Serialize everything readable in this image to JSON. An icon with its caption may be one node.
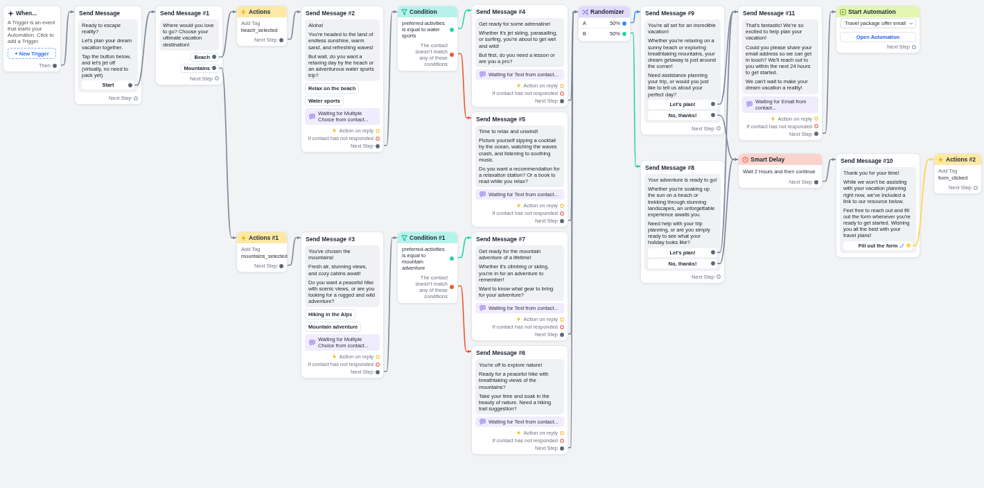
{
  "diagram": {
    "nodes": [
      {
        "text": [
          "When...",
          "A Trigger is an event that starts your Automation. Click to add a Trigger.",
          "Then"
        ]
      },
      {
        "text": [
          "+ New Trigger"
        ],
        "in": 0
      },
      {
        "text": [
          "Send Message",
          "Next Step"
        ]
      },
      {
        "text": [
          "Ready to escape reality?",
          "Let's plan your dream vacation together.",
          "Tap the button below, and let's jet off (virtually, no need to pack yet)"
        ],
        "in": 2
      },
      {
        "text": [
          "Start"
        ],
        "in": 3
      },
      {
        "text": [
          "Send Message #1",
          "Next Step"
        ]
      },
      {
        "text": [
          "Where would you love to go? Choose your ultimate vacation destination!"
        ],
        "in": 5
      },
      {
        "text": [
          "Beach"
        ],
        "in": 5
      },
      {
        "text": [
          "Mountains"
        ],
        "in": 5
      },
      {
        "text": [
          "Actions",
          "Add Tag",
          "beach_selected",
          "Next Step"
        ]
      },
      {
        "text": [
          "Send Message #2",
          "Action on reply",
          "If contact has not responded",
          "Next Step"
        ]
      },
      {
        "text": [
          "Aloha!",
          "You're headed to the land of endless sunshine, warm sand, and refreshing waves!",
          "But wait, do you want a relaxing day by the beach or an adventurous water sports trip?"
        ],
        "in": 10
      },
      {
        "text": [
          "Relax on the beach"
        ],
        "in": 10
      },
      {
        "text": [
          "Water sports"
        ],
        "in": 10
      },
      {
        "text": [
          "Waiting for Multiple Choice from contact..."
        ],
        "in": 10
      },
      {
        "text": [
          "Condition",
          "preferred-activities is equal to water sports",
          "The contact doesn't match any of these conditions"
        ]
      },
      {
        "text": [
          "Send Message #4",
          "Action on reply",
          "If contact has not responded",
          "Next Step"
        ]
      },
      {
        "text": [
          "Get ready for some adrenaline!",
          "Whether it's jet skiing, parasailing, or surfing, you're about to get wet and wild!",
          "But first, do you need a lesson or are you a pro?"
        ],
        "in": 16
      },
      {
        "text": [
          "Waiting for Text from contact..."
        ],
        "in": 16
      },
      {
        "text": [
          "Randomizer",
          "A",
          "50%",
          "B",
          "50%"
        ]
      },
      {
        "text": [
          "Send Message #9",
          "Next Step"
        ]
      },
      {
        "text": [
          "You're all set for an incredible vacation!",
          "Whether you're relaxing on a sunny beach or exploring breathtaking mountains, your dream getaway is just around the corner!",
          "Need assistance planning your trip, or would you just like to tell us about your perfect day?"
        ],
        "in": 20
      },
      {
        "text": [
          "Let's plan!"
        ],
        "in": 21
      },
      {
        "text": [
          "No, thanks!"
        ],
        "in": 21
      },
      {
        "text": [
          "Send Message #11",
          "Action on reply",
          "If contact has not responded",
          "Next Step"
        ]
      },
      {
        "text": [
          "That's fantastic! We're so excited to help plan your vacation!",
          "Could you please share your email address so we can get in touch? We'll reach out to you within the next 24 hours to get started.",
          "We can't wait to make your dream vacation a reality!"
        ],
        "in": 24
      },
      {
        "text": [
          "Waiting for Email from contact..."
        ],
        "in": 24
      },
      {
        "text": [
          "Start Automation",
          "Open Automation",
          "Next Step"
        ]
      },
      {
        "text": [
          "Travel package offer email"
        ],
        "in": 27
      },
      {
        "text": [
          "Smart Delay",
          "Wait 2 Hours and then continue",
          "Next Step"
        ]
      },
      {
        "text": [
          "Send Message #10"
        ]
      },
      {
        "text": [
          "Thank you for your time!",
          "While we won't be assisting with your vacation planning right now, we've included a link to our resource below.",
          "Feel free to reach out and fill out the form whenever you're ready to get started. Wishing you all the best with your travel plans!"
        ],
        "in": 30
      },
      {
        "text": [
          "Fill out the form"
        ],
        "in": 31
      },
      {
        "text": [
          "Actions #2",
          "Add Tag",
          "form_clicked",
          "Next Step"
        ]
      },
      {
        "text": [
          "Send Message #8",
          "Next Step"
        ]
      },
      {
        "text": [
          "Your adventure is ready to go!",
          "Whether you're soaking up the sun on a beach or trekking through stunning landscapes, an unforgettable experience awaits you.",
          "Need help with your trip planning, or are you simply ready to see what your holiday looks like?"
        ],
        "in": 34
      },
      {
        "text": [
          "Let's plan!"
        ],
        "in": 35
      },
      {
        "text": [
          "No, thanks!"
        ],
        "in": 35
      },
      {
        "text": [
          "Send Message #5",
          "Action on reply",
          "If contact has not responded",
          "Next Step"
        ]
      },
      {
        "text": [
          "Time to relax and unwind!",
          "Picture yourself sipping a cocktail by the ocean, watching the waves crash, and listening to soothing music.",
          "Do you want a recommendation for a relaxation station? Or a book to read while you relax?"
        ],
        "in": 38
      },
      {
        "text": [
          "Waiting for Text from contact..."
        ],
        "in": 38
      },
      {
        "text": [
          "Actions #1",
          "Add Tag",
          "mountains_selected",
          "Next Step"
        ]
      },
      {
        "text": [
          "Send Message #3",
          "Action on reply",
          "If contact has not responded",
          "Next Step"
        ]
      },
      {
        "text": [
          "You've chosen the mountains!",
          "Fresh air, stunning views, and cozy cabins await!",
          "Do you want a peaceful hike with scenic views, or are you looking for a rugged and wild adventure?"
        ],
        "in": 42
      },
      {
        "text": [
          "Hiking in the Alps"
        ],
        "in": 42
      },
      {
        "text": [
          "Mountain adventure"
        ],
        "in": 42
      },
      {
        "text": [
          "Waiting for Multiple Choice from contact..."
        ],
        "in": 42
      },
      {
        "text": [
          "Condition #1",
          "preferred-activities is equal to mountain adventure",
          "The contact doesn't match any of these conditions"
        ]
      },
      {
        "text": [
          "Send Message #7",
          "Action on reply",
          "If contact has not responded",
          "Next Step"
        ]
      },
      {
        "text": [
          "Get ready for the mountain adventure of a lifetime!",
          "Whether it's climbing or skiing, you're in for an adventure to remember!",
          "Want to know what gear to bring for your adventure?"
        ],
        "in": 48
      },
      {
        "text": [
          "Waiting for Text from contact..."
        ],
        "in": 48
      },
      {
        "text": [
          "Send Message #6",
          "Action on reply",
          "If contact has not responded",
          "Next Step"
        ]
      },
      {
        "text": [
          "You're off to explore nature!",
          "Ready for a peaceful hike with breathtaking views of the mountains?",
          "Take your time and soak in the beauty of nature. Need a hiking trail suggestion?"
        ],
        "in": 51
      },
      {
        "text": [
          "Waiting for Text from contact..."
        ],
        "in": 51
      }
    ],
    "edges": [
      {
        "from": 0,
        "to": 2,
        "arrow": "to"
      },
      {
        "from": 4,
        "to": 5,
        "arrow": "to"
      },
      {
        "from": 7,
        "to": 9,
        "arrow": "to"
      },
      {
        "from": 8,
        "to": 41,
        "arrow": "to"
      },
      {
        "from": 9,
        "to": 10,
        "arrow": "to"
      },
      {
        "from": 10,
        "to": 15,
        "arrow": "to"
      },
      {
        "from": 15,
        "to": 16,
        "arrow": "to",
        "color": "#1fd3a6"
      },
      {
        "from": 15,
        "to": 38,
        "arrow": "to",
        "color": "#f0522d"
      },
      {
        "from": 16,
        "to": 19,
        "arrow": "to"
      },
      {
        "from": 38,
        "to": 19,
        "arrow": "to"
      },
      {
        "from": 19,
        "to": 20,
        "arrow": "to",
        "color": "#2b8cff"
      },
      {
        "from": 19,
        "to": 34,
        "arrow": "to",
        "color": "#1fd3a6"
      },
      {
        "from": 22,
        "to": 24,
        "arrow": "to"
      },
      {
        "from": 23,
        "to": 29,
        "arrow": "to"
      },
      {
        "from": 36,
        "to": 24,
        "arrow": "to"
      },
      {
        "from": 37,
        "to": 29,
        "arrow": "to"
      },
      {
        "from": 24,
        "to": 27,
        "arrow": "to"
      },
      {
        "from": 29,
        "to": 30,
        "arrow": "to"
      },
      {
        "from": 32,
        "to": 33,
        "arrow": "to",
        "color": "#ffd34d"
      },
      {
        "from": 41,
        "to": 42,
        "arrow": "to"
      },
      {
        "from": 42,
        "to": 47,
        "arrow": "to"
      },
      {
        "from": 47,
        "to": 48,
        "arrow": "to",
        "color": "#1fd3a6"
      },
      {
        "from": 47,
        "to": 51,
        "arrow": "to",
        "color": "#f0522d"
      },
      {
        "from": 48,
        "to": 19,
        "arrow": "to"
      },
      {
        "from": 51,
        "to": 19,
        "arrow": "to"
      }
    ]
  }
}
